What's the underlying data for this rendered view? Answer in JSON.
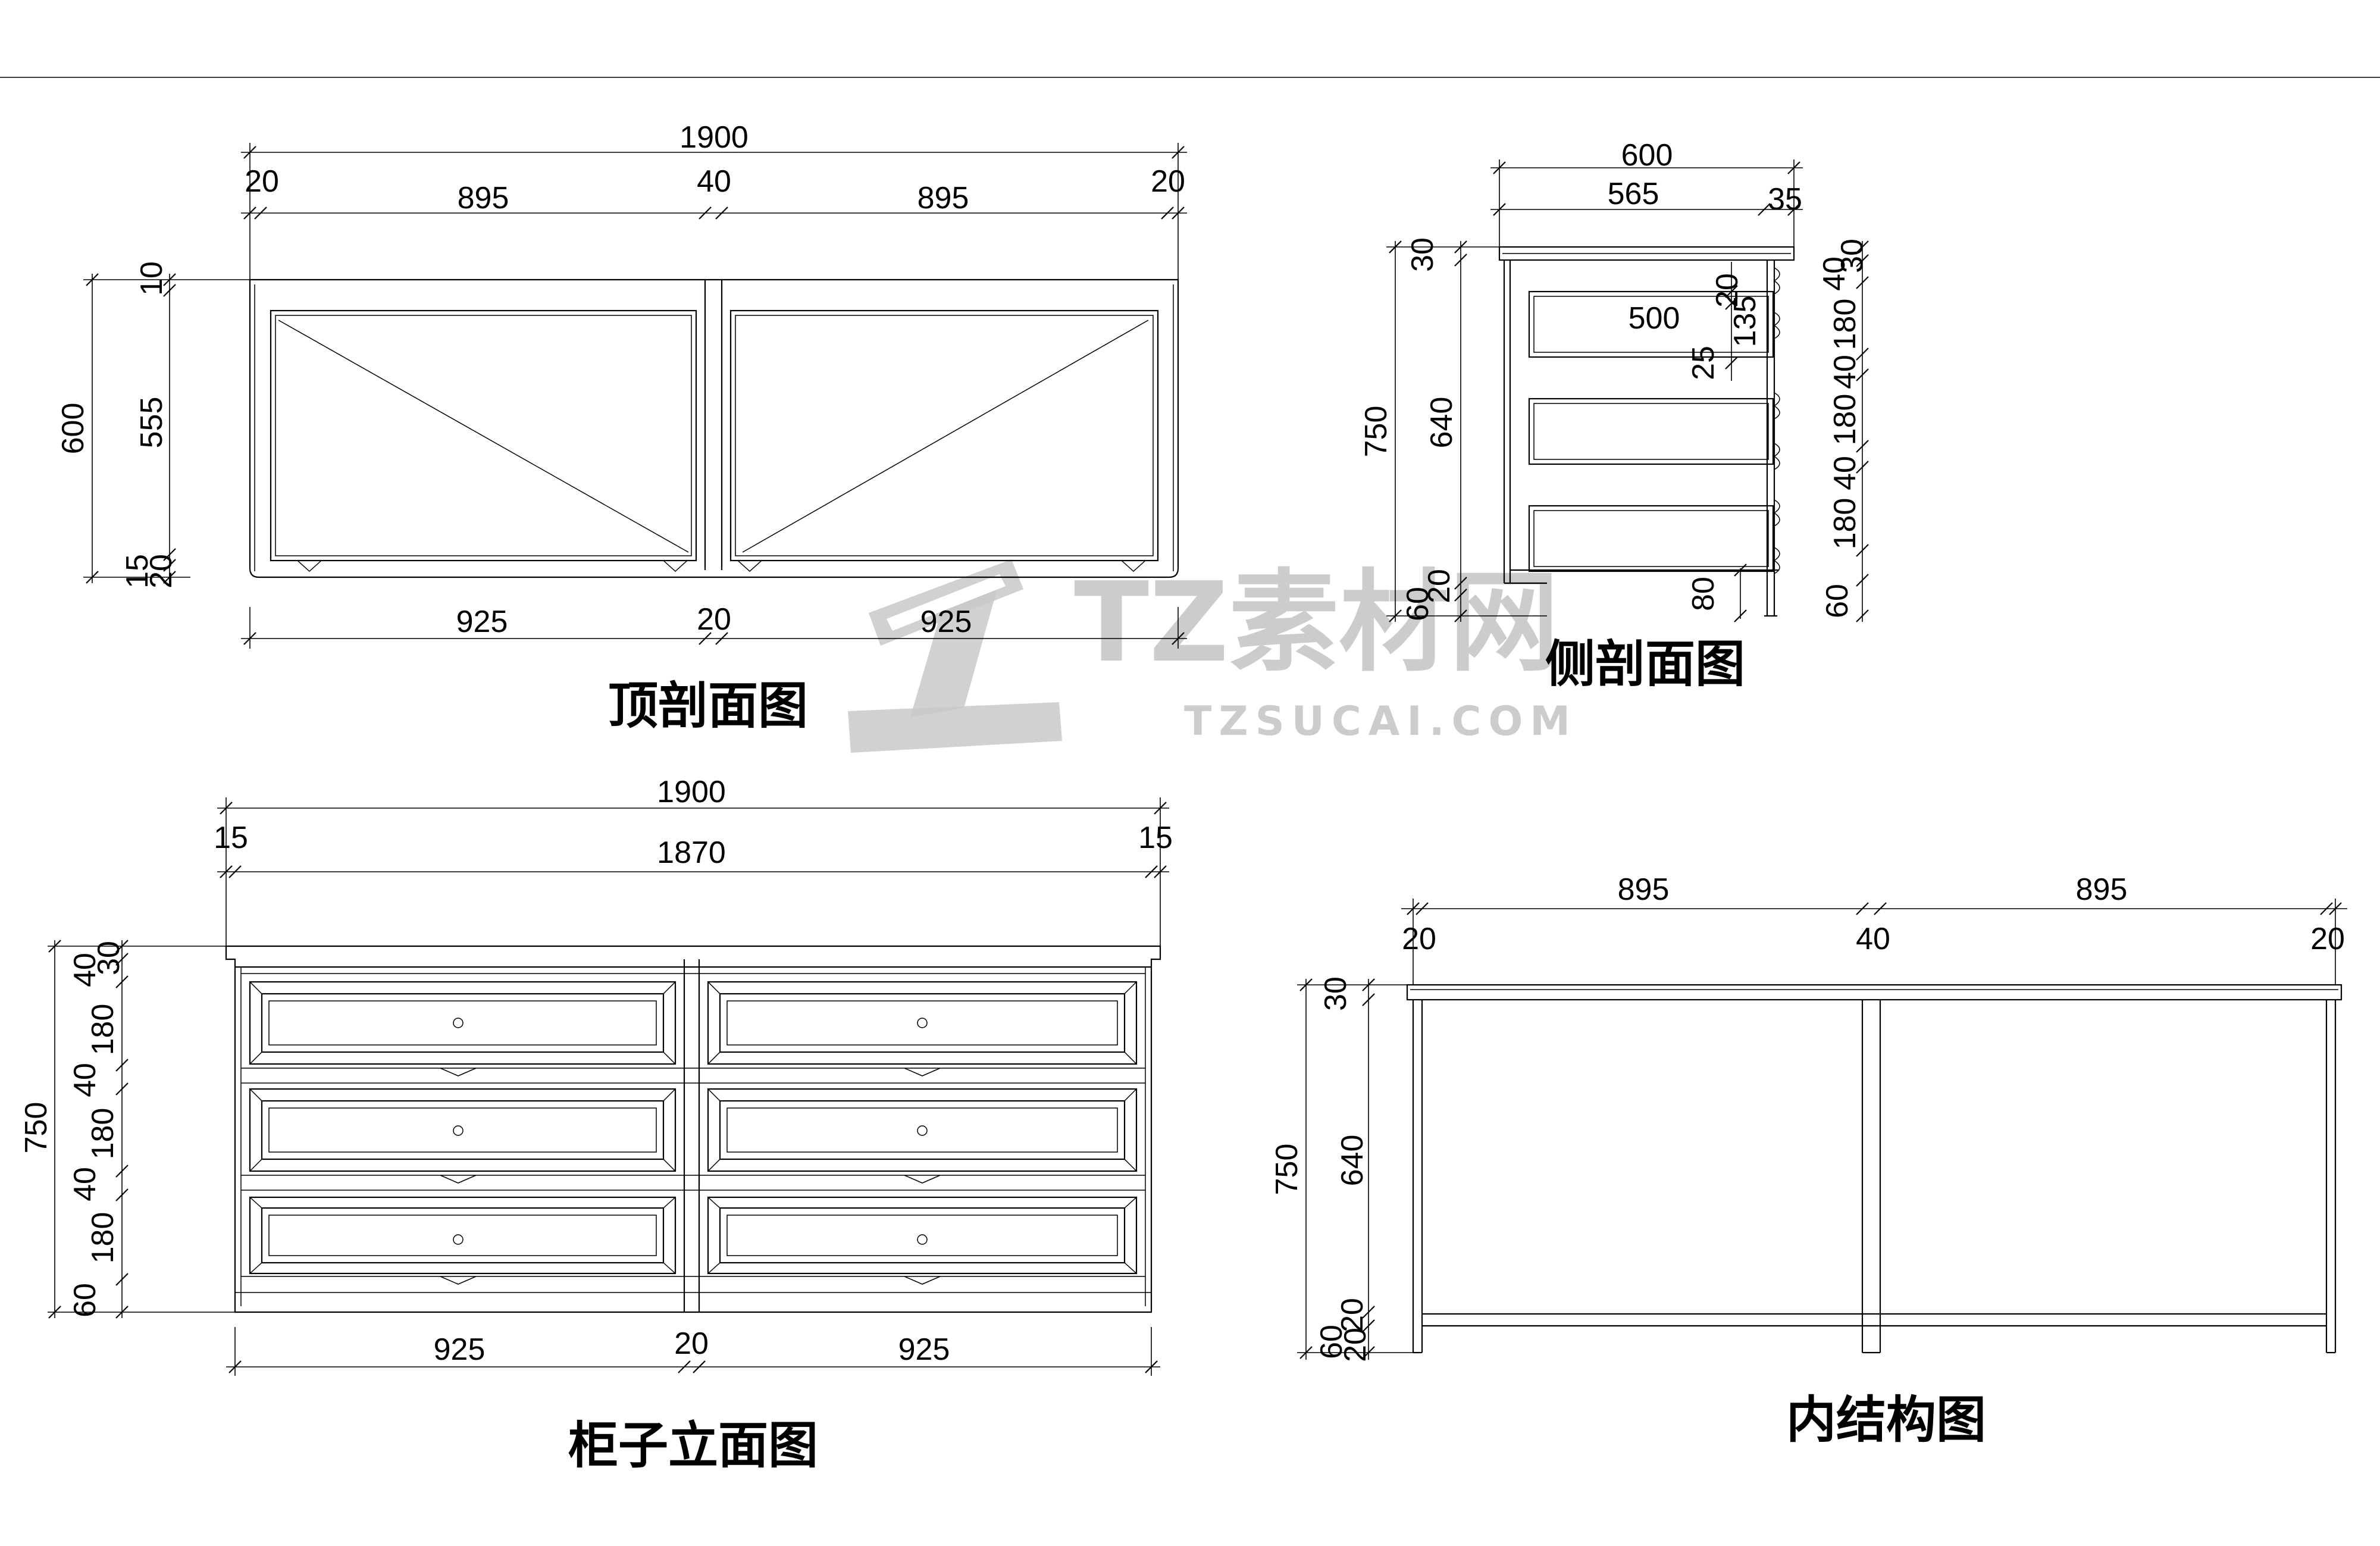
{
  "titles": {
    "top_section": "顶剖面图",
    "side_section": "侧剖面图",
    "front_elevation": "柜子立面图",
    "inner_structure": "内结构图"
  },
  "watermark": {
    "brand": "TZ素材网",
    "url": "TZSUCAI.COM"
  },
  "dims": {
    "top": {
      "overall": "1900",
      "left_edge": "20",
      "left_bay": "895",
      "middle": "40",
      "right_bay": "895",
      "right_edge": "20",
      "depth_overall": "600",
      "depth_inner": "555",
      "depth_top": "10",
      "depth_b1": "15",
      "depth_b2": "20",
      "bottom_left": "925",
      "bottom_middle": "20",
      "bottom_right": "925"
    },
    "side": {
      "overall_w": "600",
      "inner_w": "565",
      "edge_w": "35",
      "height": "750",
      "top": "30",
      "body": "640",
      "foot_a": "20",
      "foot_b": "60",
      "drawer_depth": "500",
      "gap_20": "20",
      "gap_135": "135",
      "gap_25": "25",
      "leg": "80",
      "r_30": "30",
      "r_40a": "40",
      "r_180a": "180",
      "r_40b": "40",
      "r_180b": "180",
      "r_40c": "40",
      "r_180c": "180",
      "r_60": "60"
    },
    "front": {
      "overall": "1900",
      "left_edge": "15",
      "inner": "1870",
      "right_edge": "15",
      "height": "750",
      "l_30": "30",
      "l_40a": "40",
      "l_180a": "180",
      "l_40b": "40",
      "l_180b": "180",
      "l_40c": "40",
      "l_180c": "180",
      "l_60": "60",
      "bottom_left": "925",
      "bottom_middle": "20",
      "bottom_right": "925"
    },
    "inner": {
      "left_bay": "895",
      "right_bay": "895",
      "left_edge": "20",
      "middle": "40",
      "right_edge": "20",
      "height": "750",
      "top": "30",
      "body": "640",
      "bottom_a": "20",
      "bottom_b": "20",
      "bottom_c": "60"
    }
  }
}
